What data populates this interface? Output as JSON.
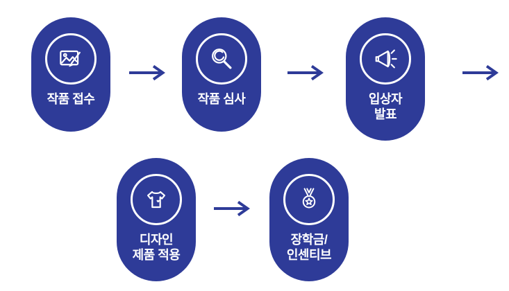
{
  "diagram": {
    "type": "process-flow",
    "accent_color": "#2e3b98",
    "text_color": "#ffffff",
    "steps": [
      {
        "label": "작품 접수",
        "icon": "artwork-submission-icon"
      },
      {
        "label": "작품 심사",
        "icon": "magnifier-judging-icon"
      },
      {
        "label": "입상자\n발표",
        "icon": "megaphone-announcement-icon"
      },
      {
        "label": "디자인\n제품 적용",
        "icon": "tshirt-product-icon"
      },
      {
        "label": "장학금/\n인센티브",
        "icon": "medal-incentive-icon"
      }
    ],
    "arrow_count": 4
  }
}
